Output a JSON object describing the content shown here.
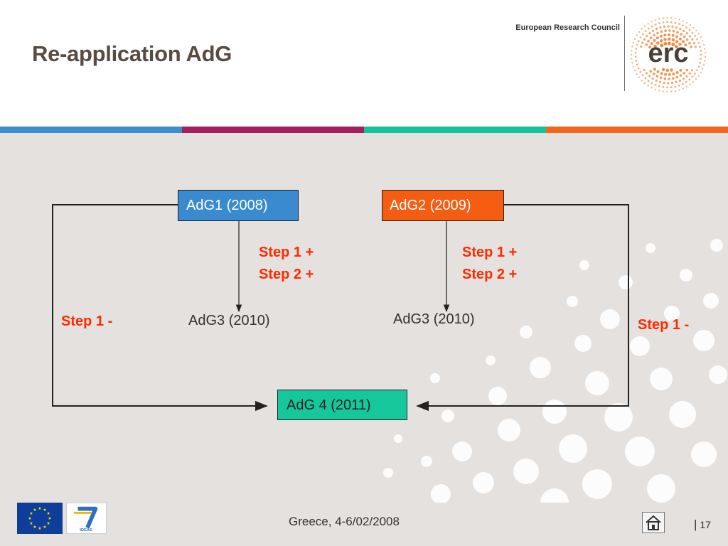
{
  "header": {
    "title": "Re-application AdG",
    "org_name": "European Research Council",
    "logo_text": "erc"
  },
  "stripe_colors": [
    "#3c8fcf",
    "#a51f5d",
    "#12c49a",
    "#f2651c"
  ],
  "diagram": {
    "node_adg1": {
      "label": "AdG1 (2008)",
      "color": "#3a8ad0"
    },
    "node_adg2": {
      "label": "AdG2 (2009)",
      "color": "#f55d13"
    },
    "node_adg4": {
      "label": "AdG 4 (2011)",
      "color": "#16c79c"
    },
    "adg3_left": "AdG3 (2010)",
    "adg3_right": "AdG3 (2010)",
    "steps_left_inner": [
      "Step 1 +",
      "Step 2 +"
    ],
    "steps_right_inner": [
      "Step 1 +",
      "Step 2 +"
    ],
    "step_left_outer": "Step 1 -",
    "step_right_outer": "Step 1 -"
  },
  "footer": {
    "location_date": "Greece, 4-6/02/2008",
    "page_separator": "|",
    "page_number": "17",
    "fp7_text": "IDEAS"
  }
}
